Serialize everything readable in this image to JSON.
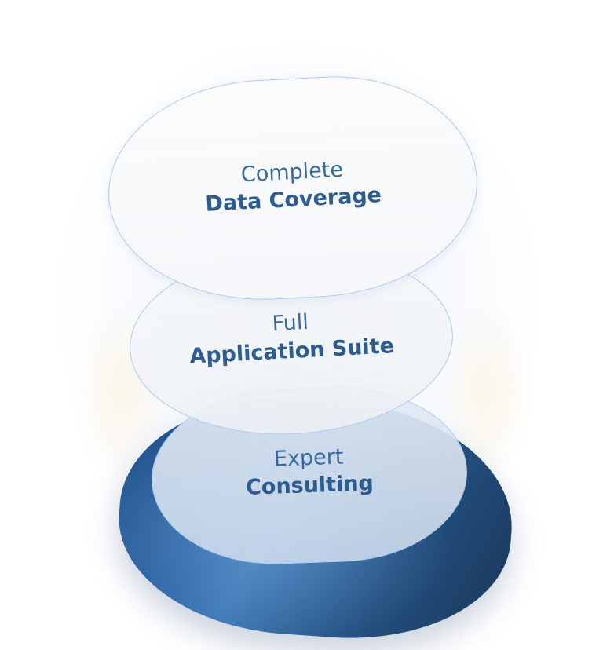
{
  "layers": {
    "coverage": {
      "line1": "Complete",
      "line2": "Data Coverage"
    },
    "suite": {
      "line1": "Full",
      "line2": "Application Suite"
    },
    "expert": {
      "line1": "Expert",
      "line2": "Consulting"
    }
  },
  "colors": {
    "text": "#2d5c90",
    "base_dark": "#1a3558",
    "base_light": "#3e79b5",
    "outline": "#aac8eb"
  }
}
